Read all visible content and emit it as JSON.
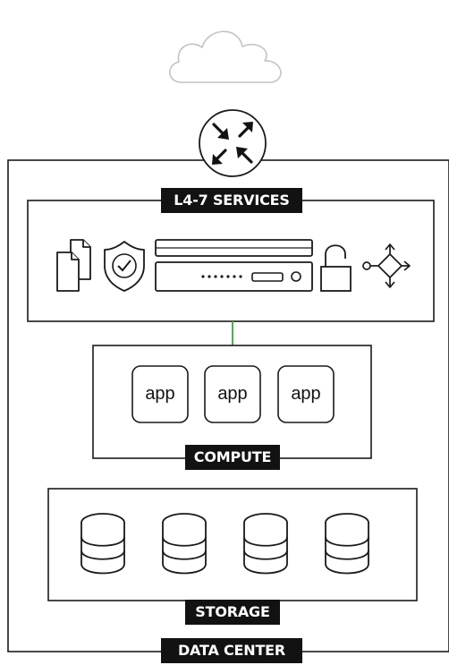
{
  "labels": {
    "services": "L4-7 SERVICES",
    "compute": "COMPUTE",
    "storage": "STORAGE",
    "datacenter": "DATA CENTER"
  },
  "apps": [
    "app",
    "app",
    "app"
  ],
  "icons": {
    "cloud": "cloud-icon",
    "router": "router-arrows-icon",
    "documents": "documents-icon",
    "shield": "shield-check-icon",
    "server": "server-appliance-icon",
    "lock": "unlocked-padlock-icon",
    "load_balancer": "load-balancer-arrows-icon",
    "database": "database-icon"
  },
  "colors": {
    "line": "#1a1a1a",
    "connector": "#4caf50",
    "cloud_stroke": "#c4c4c4",
    "tag_bg": "#121212",
    "tag_text": "#ffffff"
  }
}
